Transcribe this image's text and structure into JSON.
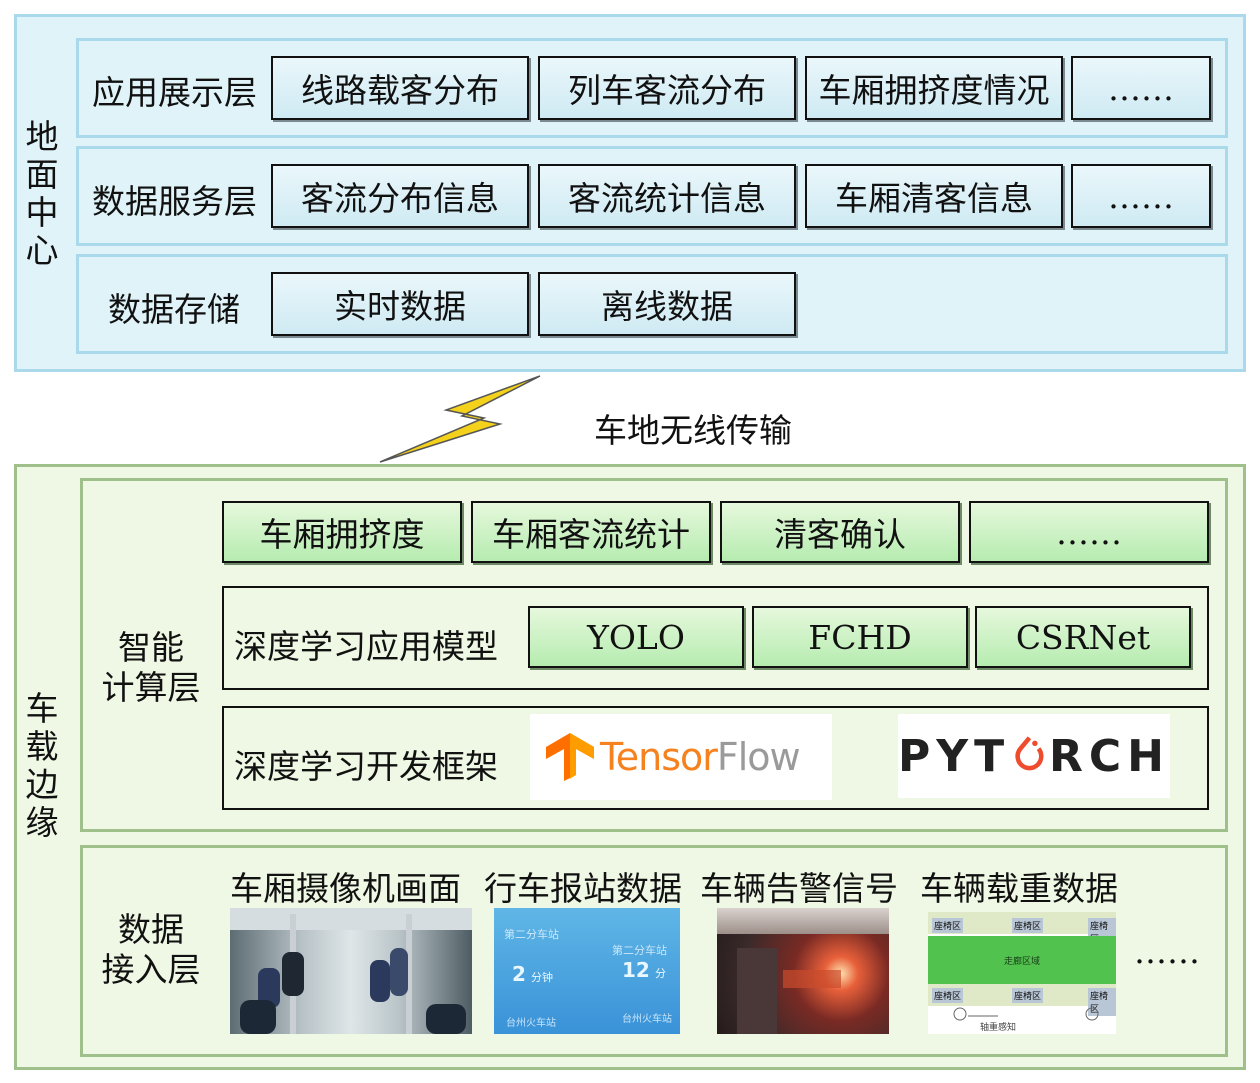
{
  "ground": {
    "title_chars": [
      "地",
      "面",
      "中",
      "心"
    ],
    "layers": {
      "app": {
        "label": "应用展示层",
        "items": [
          "线路载客分布",
          "列车客流分布",
          "车厢拥挤度情况",
          "……"
        ]
      },
      "service": {
        "label": "数据服务层",
        "items": [
          "客流分布信息",
          "客流统计信息",
          "车厢清客信息",
          "……"
        ]
      },
      "storage": {
        "label": "数据存储",
        "items": [
          "实时数据",
          "离线数据"
        ]
      }
    }
  },
  "link_label": "车地无线传输",
  "vehicle": {
    "title_chars": [
      "车",
      "载",
      "边",
      "缘"
    ],
    "compute": {
      "label_lines": [
        "智能",
        "计算层"
      ],
      "items": [
        "车厢拥挤度",
        "车厢客流统计",
        "清客确认",
        "……"
      ],
      "models_label": "深度学习应用模型",
      "models": [
        "YOLO",
        "FCHD",
        "CSRNet"
      ],
      "frameworks_label": "深度学习开发框架",
      "tensorflow": {
        "prefix": "Tensor",
        "suffix": "Flow"
      },
      "pytorch": {
        "left": "PYT",
        "right": "RCH"
      }
    },
    "access": {
      "label_lines": [
        "数据",
        "接入层"
      ],
      "sources": [
        "车厢摄像机画面",
        "行车报站数据",
        "车辆告警信号",
        "车辆载重数据"
      ],
      "more": "……",
      "station_screen": {
        "line1": "第二分车站",
        "big_left": "2",
        "unit_left": "分钟",
        "big_right": "12",
        "unit_right": "分",
        "footer": "台州火车站"
      },
      "weight_map": {
        "seat": "座椅区",
        "aisle": "走廊区域",
        "sensor": "轴重感知"
      }
    }
  }
}
